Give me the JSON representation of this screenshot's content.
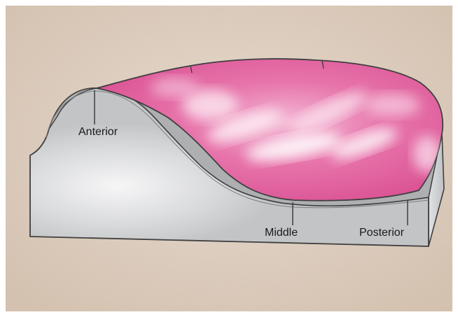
{
  "labels": {
    "anterior": "Anterior",
    "middle": "Middle",
    "posterior": "Posterior"
  },
  "colors": {
    "background": "#e5d6c8",
    "mucosa": "#e3629f",
    "bone_side": "#c8c9cb",
    "bone_top": "#b9babc",
    "outline": "#3f3f3f",
    "label_text": "#1a1a1a"
  }
}
